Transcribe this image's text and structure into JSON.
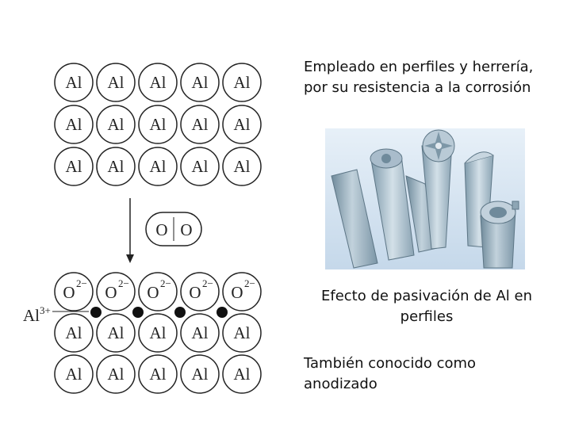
{
  "diagram": {
    "metal_symbol": "Al",
    "oxygen_symbol": "O",
    "oxide_ion_base": "O",
    "oxide_ion_charge": "2−",
    "ion_label_base": "Al",
    "ion_label_charge": "3+"
  },
  "texts": {
    "top": "Empleado en perfiles y herrería, por su resistencia a la corrosión",
    "caption": "Efecto de pasivación de Al en perfiles",
    "bottom": "También conocido como anodizado"
  },
  "photo": {
    "subject": "aluminum-profiles-photo"
  }
}
